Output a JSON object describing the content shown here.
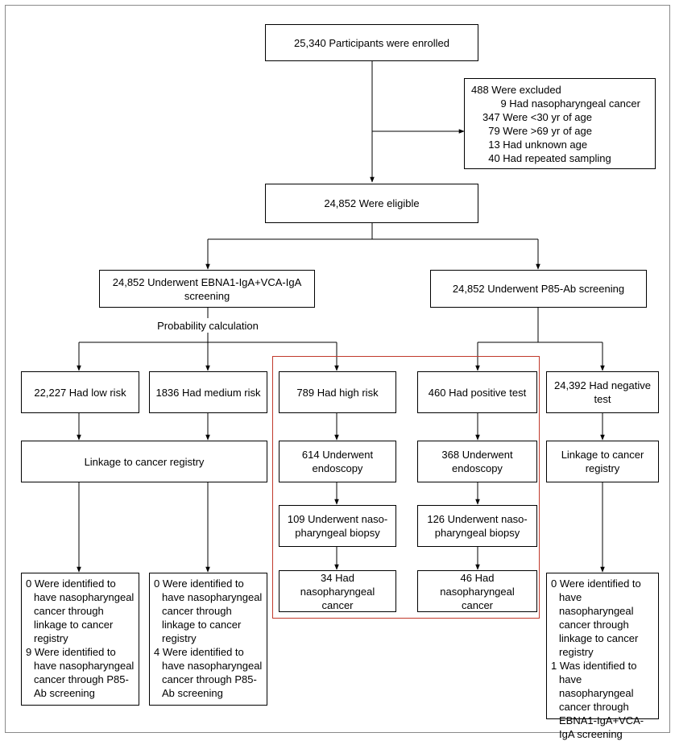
{
  "colors": {
    "highlight": "#c0392b",
    "line": "#000000",
    "frame": "#8a8a8a"
  },
  "enrolled": "25,340 Participants were enrolled",
  "excluded": {
    "title": "488 Were excluded",
    "items": [
      "    9 Had nasopharyngeal cancer",
      "347 Were <30 yr of age",
      "  79 Were >69 yr of age",
      "  13 Had unknown age",
      "  40 Had repeated sampling"
    ]
  },
  "eligible": "24,852 Were eligible",
  "left_screening": "24,852 Underwent EBNA1-IgA+VCA-IgA screening",
  "right_screening": "24,852 Underwent P85-Ab screening",
  "probability": "Probability calculation",
  "low_risk": "22,227 Had low risk",
  "medium_risk": "1836 Had medium risk",
  "high_risk": "789 Had high risk",
  "positive_test": "460 Had positive test",
  "negative_test": "24,392 Had negative test",
  "linkage_left": "Linkage to cancer registry",
  "linkage_right": "Linkage to cancer registry",
  "high_endoscopy": "614 Underwent endoscopy",
  "pos_endoscopy": "368 Underwent endoscopy",
  "high_biopsy": "109 Underwent naso-pharyngeal biopsy",
  "pos_biopsy": "126 Underwent naso-pharyngeal biopsy",
  "high_cancer": "34 Had nasopharyngeal cancer",
  "pos_cancer": "46 Had nasopharyngeal cancer",
  "outcome_low": [
    "0 Were identified to have nasopharyngeal cancer through linkage to cancer registry",
    "9 Were identified to have nasopharyngeal cancer through P85-Ab screening"
  ],
  "outcome_medium": [
    "0 Were identified to have nasopharyngeal cancer through linkage to cancer registry",
    "4 Were identified to have nasopharyngeal cancer through P85-Ab screening"
  ],
  "outcome_negative": [
    "0 Were identified to have nasopharyngeal cancer through linkage to cancer registry",
    "1 Was identified to have nasopharyngeal cancer through EBNA1-IgA+VCA-IgA screening"
  ]
}
